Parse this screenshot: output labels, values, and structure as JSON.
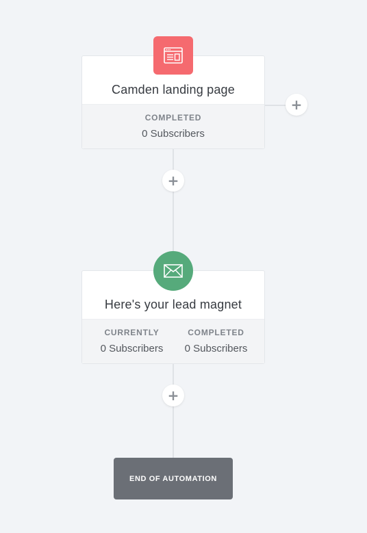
{
  "colors": {
    "background": "#f2f4f7",
    "landing_page_icon": "#f56a6f",
    "email_icon": "#56aa7b",
    "end_box": "#6b6f76"
  },
  "nodes": [
    {
      "icon": "landing-page-icon",
      "title": "Camden landing page",
      "stats": [
        {
          "label": "COMPLETED",
          "value": "0 Subscribers"
        }
      ]
    },
    {
      "icon": "envelope-icon",
      "title": "Here's your lead magnet",
      "stats": [
        {
          "label": "CURRENTLY",
          "value": "0 Subscribers"
        },
        {
          "label": "COMPLETED",
          "value": "0 Subscribers"
        }
      ]
    }
  ],
  "add_button_label": "+",
  "end": {
    "label": "END OF AUTOMATION"
  }
}
